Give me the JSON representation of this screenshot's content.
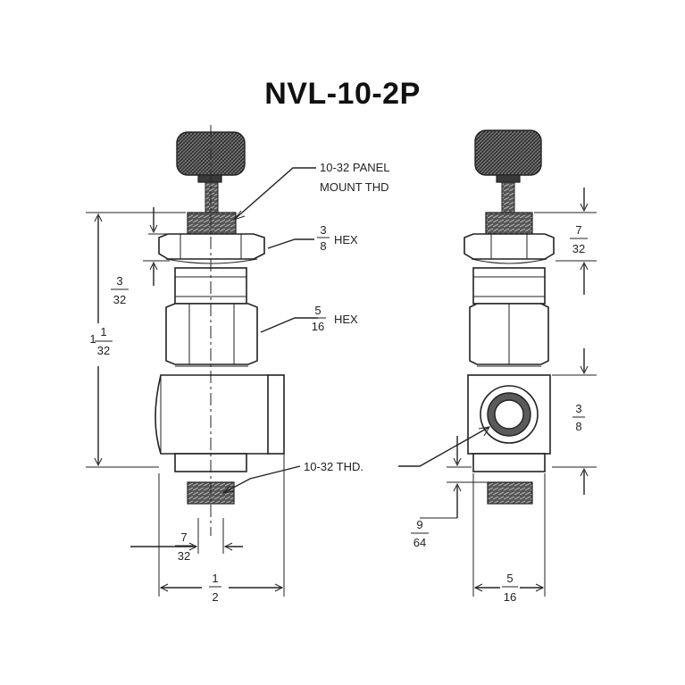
{
  "title": "NVL-10-2P",
  "labels": {
    "panel_mount_line1": "10-32 PANEL",
    "panel_mount_line2": "MOUNT THD",
    "hex_small": "HEX",
    "hex_large": "HEX",
    "thread_bottom": "10-32 THD."
  },
  "fractions": {
    "hex_small": [
      "3",
      "8"
    ],
    "hex_large": [
      "5",
      "16"
    ],
    "left_upper": [
      "3",
      "32"
    ],
    "overall_height_whole": "1",
    "overall_height": [
      "1",
      "32"
    ],
    "stem_width": [
      "7",
      "32"
    ],
    "body_width": [
      "1",
      "2"
    ],
    "right_top": [
      "7",
      "32"
    ],
    "right_body": [
      "3",
      "8"
    ],
    "right_lower": [
      "9",
      "64"
    ],
    "right_width": [
      "5",
      "16"
    ]
  }
}
